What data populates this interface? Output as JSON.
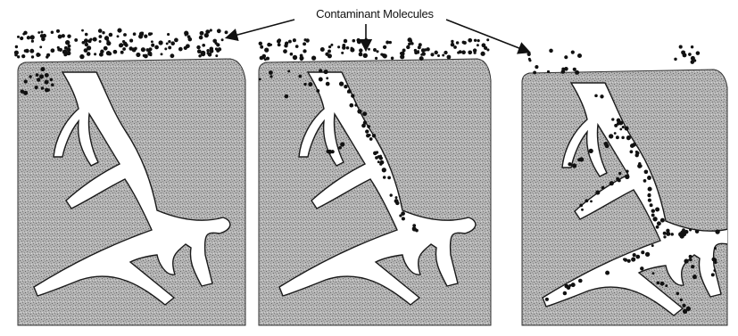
{
  "labels": {
    "callout": "Contaminant Molecules"
  },
  "colors": {
    "pore_fill": "#ffffff",
    "solid_fill": "#b0b0b0",
    "outline": "#1a1a1a",
    "molecule": "#111111"
  },
  "panels": [
    {
      "id": "panel-1",
      "molecule_region": "above-surface-only"
    },
    {
      "id": "panel-2",
      "molecule_region": "upper-pore-partial"
    },
    {
      "id": "panel-3",
      "molecule_region": "entire-pore-network"
    }
  ]
}
